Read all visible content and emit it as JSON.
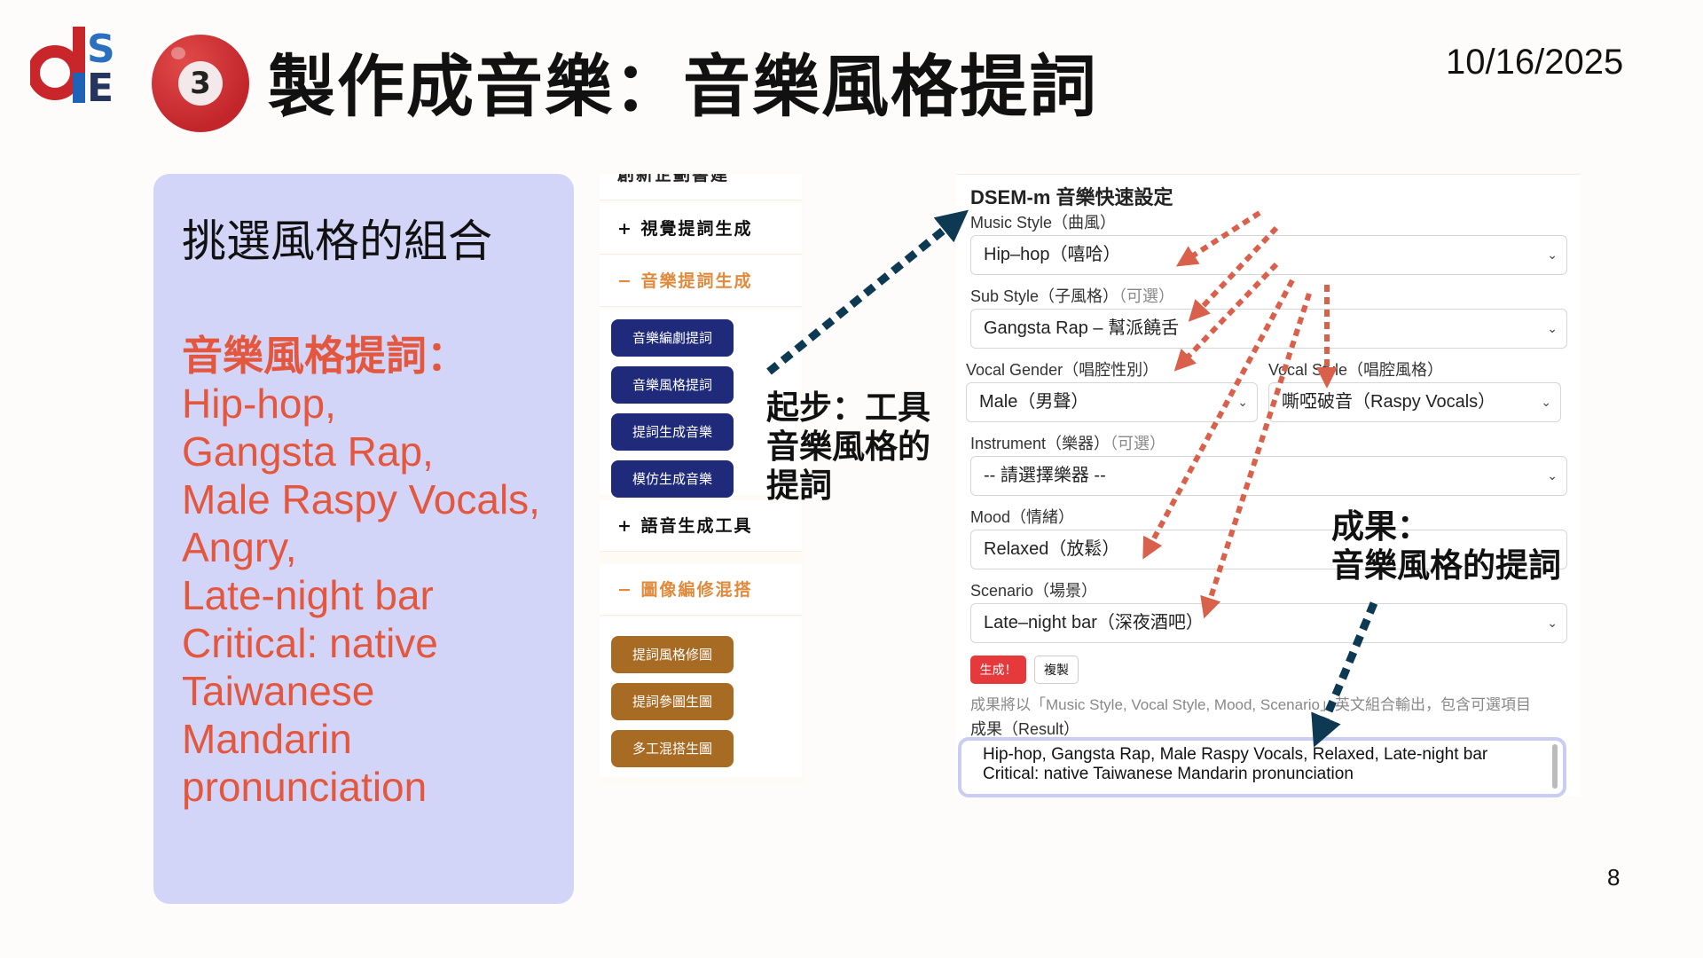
{
  "header": {
    "logo_text": "dSE",
    "step_number": "3",
    "title": "製作成音樂：音樂風格提詞",
    "date": "10/16/2025",
    "page_number": "8"
  },
  "left_panel": {
    "heading": "挑選風格的組合",
    "red_heading": "音樂風格提詞：",
    "lines": [
      "Hip-hop,",
      "Gangsta Rap,",
      "Male Raspy Vocals,",
      "Angry,",
      "Late-night bar",
      "Critical: native",
      "Taiwanese",
      "Mandarin",
      "pronunciation"
    ]
  },
  "sidebar": {
    "cut_item": "創新企劃書建",
    "sections": [
      {
        "symbol": "+",
        "label": "視覺提詞生成"
      },
      {
        "symbol": "−",
        "label": "音樂提詞生成"
      },
      {
        "symbol": "+",
        "label": "語音生成工具"
      },
      {
        "symbol": "−",
        "label": "圖像編修混搭"
      }
    ],
    "music_buttons": [
      "音樂編劇提詞",
      "音樂風格提詞",
      "提詞生成音樂",
      "模仿生成音樂"
    ],
    "image_buttons": [
      "提詞風格修圖",
      "提詞參圖生圖",
      "多工混搭生圖"
    ]
  },
  "form": {
    "title": "DSEM-m 音樂快速設定",
    "music_style": {
      "label": "Music Style（曲風）",
      "value": "Hip–hop（嘻哈）"
    },
    "sub_style": {
      "label": "Sub Style（子風格）",
      "optional": "（可選）",
      "value": "Gangsta Rap – 幫派饒舌"
    },
    "vocal_gender": {
      "label": "Vocal Gender（唱腔性別）",
      "value": "Male（男聲）"
    },
    "vocal_style": {
      "label": "Vocal Style（唱腔風格）",
      "value": "嘶啞破音（Raspy Vocals）"
    },
    "instrument": {
      "label": "Instrument（樂器）",
      "optional": "（可選）",
      "value": "-- 請選擇樂器 --"
    },
    "mood": {
      "label": "Mood（情緒）",
      "value": "Relaxed（放鬆）"
    },
    "scenario": {
      "label": "Scenario（場景）",
      "value": "Late–night bar（深夜酒吧）"
    },
    "generate_label": "生成！",
    "copy_label": "複製",
    "note": "成果將以「Music Style, Vocal Style, Mood, Scenario」英文組合輸出，包含可選項目",
    "result_label": "成果（Result）",
    "result_text": "Hip-hop, Gangsta Rap, Male Raspy Vocals, Relaxed, Late-night bar Critical: native Taiwanese Mandarin pronunciation",
    "chevron": "⌄"
  },
  "annotations": {
    "start": [
      "起步：工具",
      "音樂風格的",
      "提詞"
    ],
    "result": [
      "成果：",
      "音樂風格的提詞"
    ]
  },
  "colors": {
    "accent_red": "#e4573f",
    "navy": "#1f2a7a",
    "brown": "#a86b24",
    "arrow_dark": "#0d3a52",
    "arrow_red": "#d9604a",
    "panel": "#d3d5f8"
  }
}
